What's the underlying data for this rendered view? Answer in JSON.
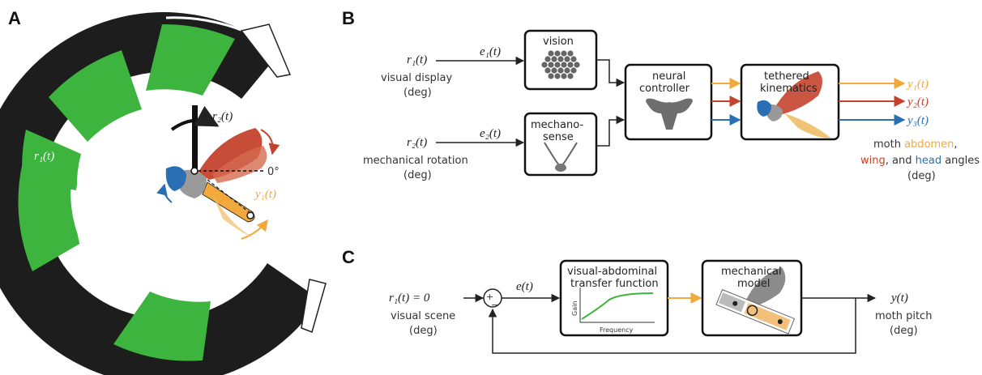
{
  "panels": {
    "a": {
      "label": "A",
      "r1": "r₁(t)",
      "r2": "r₂(t)",
      "zero_deg": "0°",
      "y1": "y₁(t)"
    },
    "b": {
      "label": "B",
      "r1": "r₁(t)",
      "r1_line1": "visual display",
      "r1_line2": "(deg)",
      "r2": "r₂(t)",
      "r2_line1": "mechanical rotation",
      "r2_line2": "(deg)",
      "e1": "e₁(t)",
      "e2": "e₂(t)",
      "vision": "vision",
      "mechano_line1": "mechano-",
      "mechano_line2": "sense",
      "neural_line1": "neural",
      "neural_line2": "controller",
      "tethered_line1": "tethered",
      "tethered_line2": "kinematics",
      "y1": "y₁(t)",
      "y2": "y₂(t)",
      "y3": "y₃(t)",
      "out_moth": "moth ",
      "out_abdomen": "abdomen",
      "out_comma": ",",
      "out_wing": "wing",
      "out_and": ", and ",
      "out_head": "head",
      "out_angles": " angles",
      "out_deg": "(deg)"
    },
    "c": {
      "label": "C",
      "r1": "r₁(t) = 0",
      "r1_line1": "visual scene",
      "r1_line2": "(deg)",
      "plus": "+",
      "minus": "−",
      "e": "e(t)",
      "transfer_line1": "visual-abdominal",
      "transfer_line2": "transfer function",
      "gain": "Gain",
      "frequency": "Frequency",
      "mech_line1": "mechanical",
      "mech_line2": "model",
      "y": "y(t)",
      "y_line1": "moth pitch",
      "y_line2": "(deg)"
    }
  },
  "colors": {
    "green": "#3db43d",
    "dark": "#1d1d1d",
    "abdomen": "#f2a93b",
    "wing": "#c4432d",
    "head": "#2a6fb3",
    "gray": "#777777"
  }
}
